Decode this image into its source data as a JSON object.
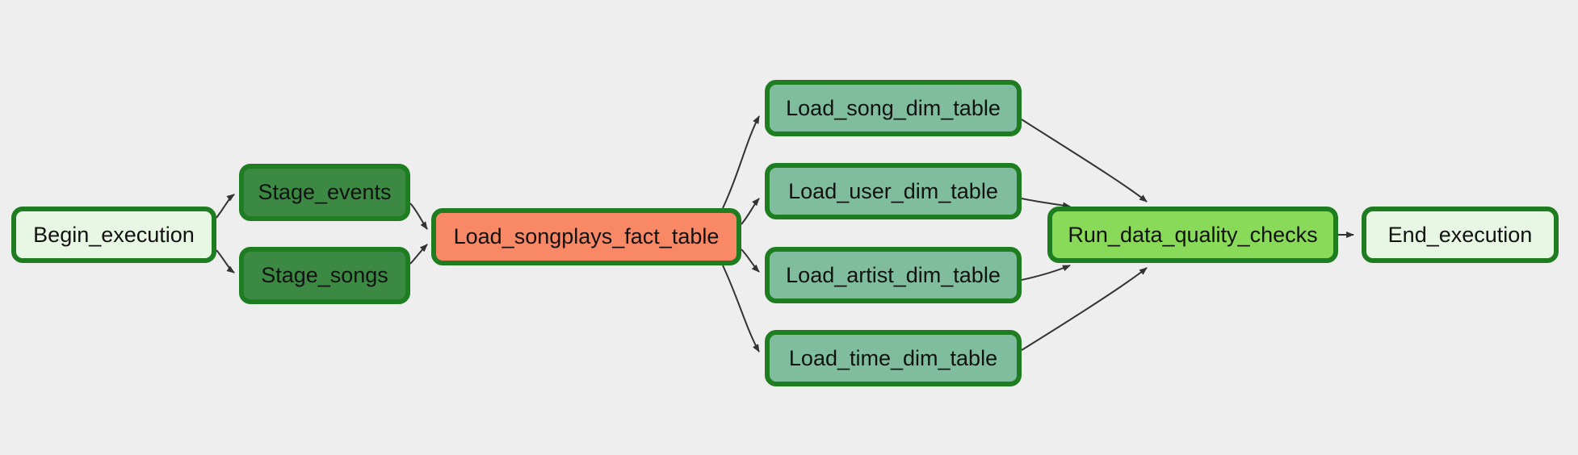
{
  "diagram": {
    "title": "airflow-dag-graph",
    "background": "#eeeeee",
    "edge_color": "#333333",
    "node_border_color": "#1d7d20",
    "node_text_color": "#121212",
    "node_fill_colors": {
      "dummy_operator": "#e8f7e4",
      "stage_operator": "#3c8944",
      "fact_operator": "#F98866",
      "dimension_operator": "#80BD9E",
      "data_quality_operator": "#89DA59"
    },
    "nodes": [
      {
        "id": "begin_execution",
        "label": "Begin_execution",
        "fill": "#e8f7e4"
      },
      {
        "id": "stage_events",
        "label": "Stage_events",
        "fill": "#3c8944"
      },
      {
        "id": "stage_songs",
        "label": "Stage_songs",
        "fill": "#3c8944"
      },
      {
        "id": "load_songplays_fact_table",
        "label": "Load_songplays_fact_table",
        "fill": "#F98866"
      },
      {
        "id": "load_song_dim_table",
        "label": "Load_song_dim_table",
        "fill": "#80BD9E"
      },
      {
        "id": "load_user_dim_table",
        "label": "Load_user_dim_table",
        "fill": "#80BD9E"
      },
      {
        "id": "load_artist_dim_table",
        "label": "Load_artist_dim_table",
        "fill": "#80BD9E"
      },
      {
        "id": "load_time_dim_table",
        "label": "Load_time_dim_table",
        "fill": "#80BD9E"
      },
      {
        "id": "run_data_quality_checks",
        "label": "Run_data_quality_checks",
        "fill": "#89DA59"
      },
      {
        "id": "end_execution",
        "label": "End_execution",
        "fill": "#e8f7e4"
      }
    ],
    "edges": [
      {
        "from": "begin_execution",
        "to": "stage_events"
      },
      {
        "from": "begin_execution",
        "to": "stage_songs"
      },
      {
        "from": "stage_events",
        "to": "load_songplays_fact_table"
      },
      {
        "from": "stage_songs",
        "to": "load_songplays_fact_table"
      },
      {
        "from": "load_songplays_fact_table",
        "to": "load_song_dim_table"
      },
      {
        "from": "load_songplays_fact_table",
        "to": "load_user_dim_table"
      },
      {
        "from": "load_songplays_fact_table",
        "to": "load_artist_dim_table"
      },
      {
        "from": "load_songplays_fact_table",
        "to": "load_time_dim_table"
      },
      {
        "from": "load_song_dim_table",
        "to": "run_data_quality_checks"
      },
      {
        "from": "load_user_dim_table",
        "to": "run_data_quality_checks"
      },
      {
        "from": "load_artist_dim_table",
        "to": "run_data_quality_checks"
      },
      {
        "from": "load_time_dim_table",
        "to": "run_data_quality_checks"
      },
      {
        "from": "run_data_quality_checks",
        "to": "end_execution"
      }
    ]
  }
}
